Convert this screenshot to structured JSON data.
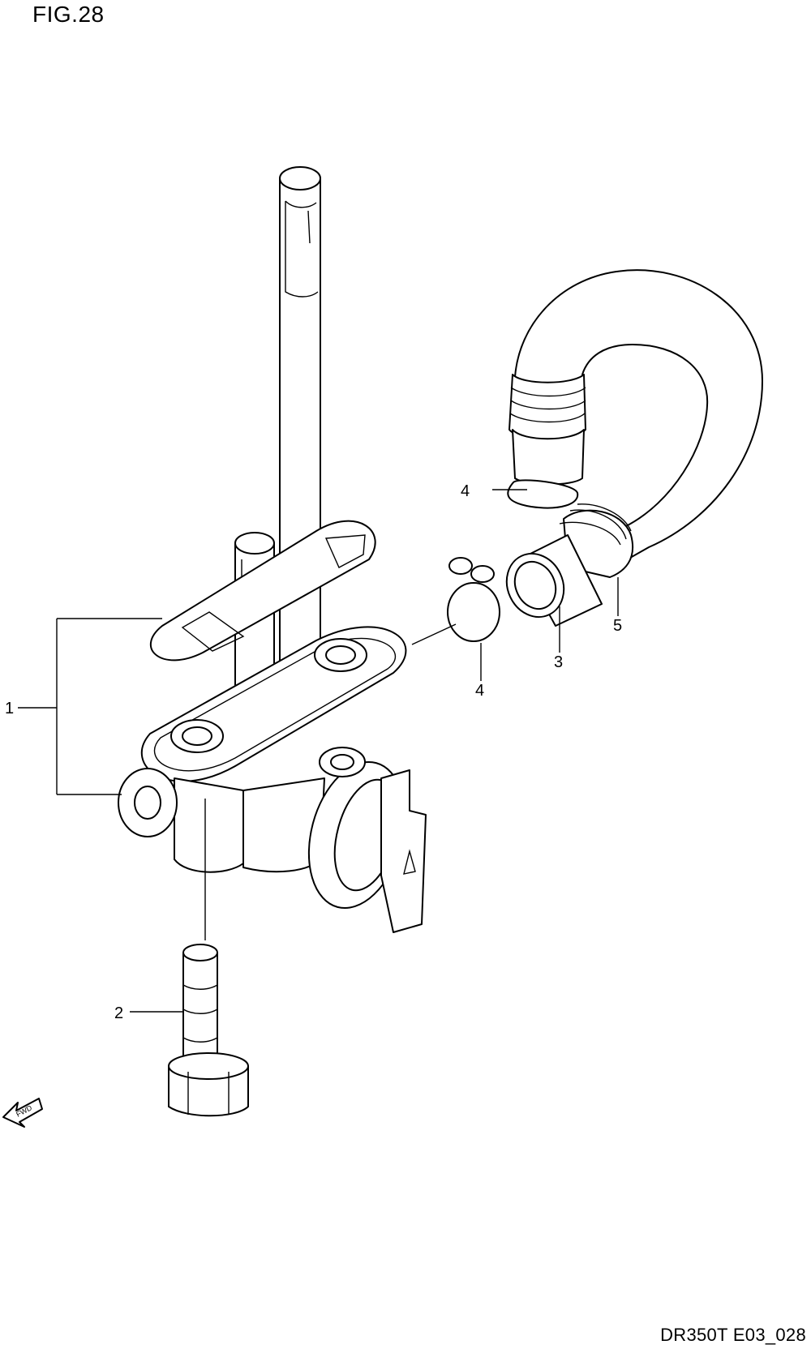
{
  "figure": {
    "title": "FIG.28",
    "code": "DR350T E03_028"
  },
  "callouts": [
    {
      "id": "part-1",
      "label": "1"
    },
    {
      "id": "part-2",
      "label": "2"
    },
    {
      "id": "part-3",
      "label": "3"
    },
    {
      "id": "part-4a",
      "label": "4"
    },
    {
      "id": "part-4b",
      "label": "4"
    },
    {
      "id": "part-5",
      "label": "5"
    }
  ],
  "direction_badge": {
    "label": "FWD"
  }
}
